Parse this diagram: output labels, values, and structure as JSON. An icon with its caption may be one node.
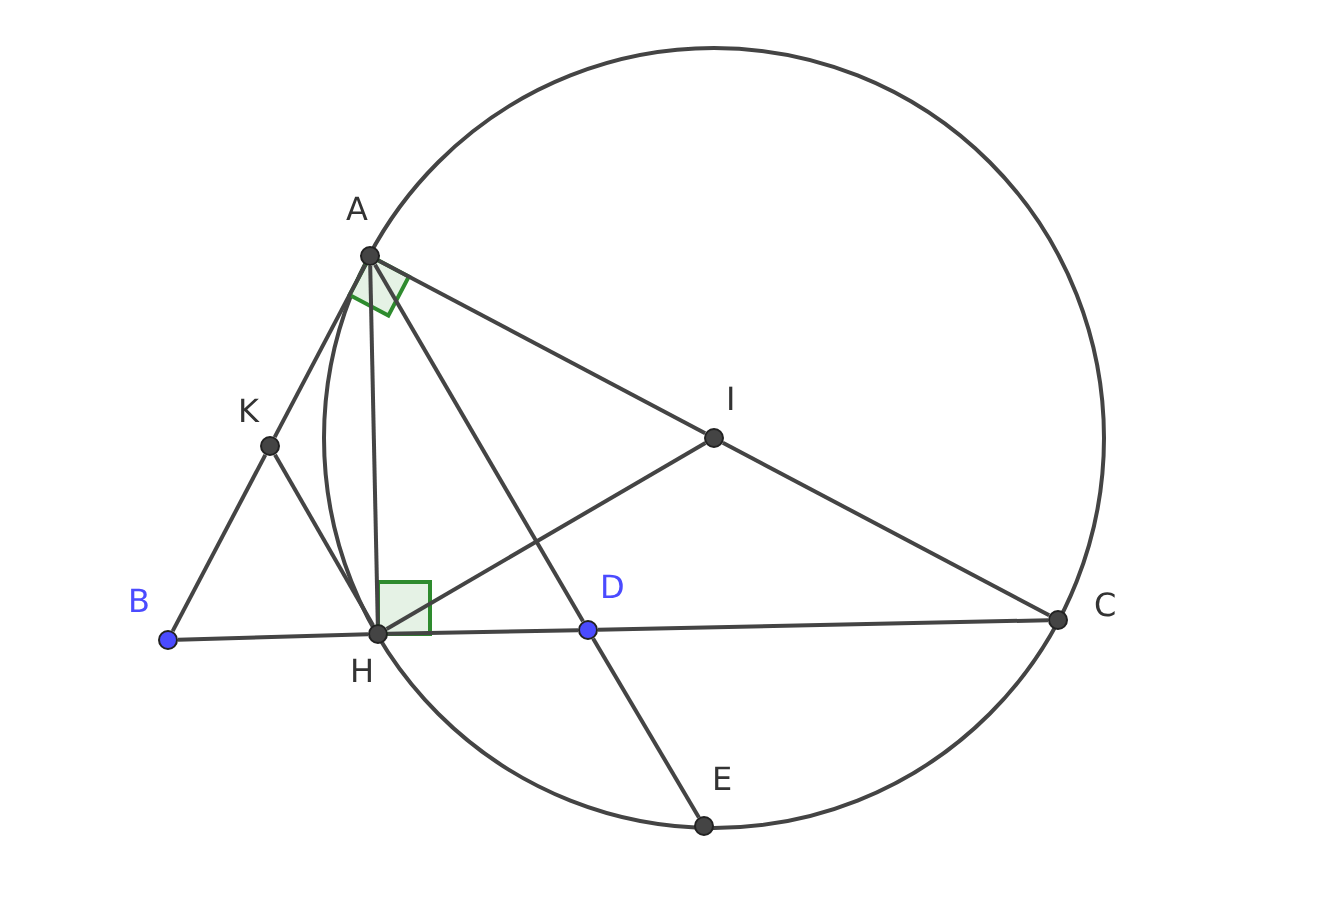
{
  "diagram": {
    "nodes": [
      {
        "text": [
          "A"
        ]
      },
      {
        "text": [
          "K"
        ]
      },
      {
        "text": [
          "I"
        ]
      },
      {
        "text": [
          "B"
        ]
      },
      {
        "text": [
          "H"
        ]
      },
      {
        "text": [
          "D"
        ]
      },
      {
        "text": [
          "C"
        ]
      },
      {
        "text": [
          "E"
        ]
      }
    ],
    "edges": [
      {
        "from": 0,
        "to": 1,
        "arrow": "none"
      },
      {
        "from": 1,
        "to": 3,
        "arrow": "none"
      },
      {
        "from": 0,
        "to": 2,
        "arrow": "none"
      },
      {
        "from": 2,
        "to": 6,
        "arrow": "none"
      },
      {
        "from": 0,
        "to": 4,
        "arrow": "none"
      },
      {
        "from": 0,
        "to": 5,
        "arrow": "none"
      },
      {
        "from": 5,
        "to": 7,
        "arrow": "none"
      },
      {
        "from": 3,
        "to": 4,
        "arrow": "none"
      },
      {
        "from": 4,
        "to": 5,
        "arrow": "none"
      },
      {
        "from": 5,
        "to": 6,
        "arrow": "none"
      },
      {
        "from": 1,
        "to": 4,
        "arrow": "none"
      },
      {
        "from": 4,
        "to": 2,
        "arrow": "none"
      }
    ]
  }
}
